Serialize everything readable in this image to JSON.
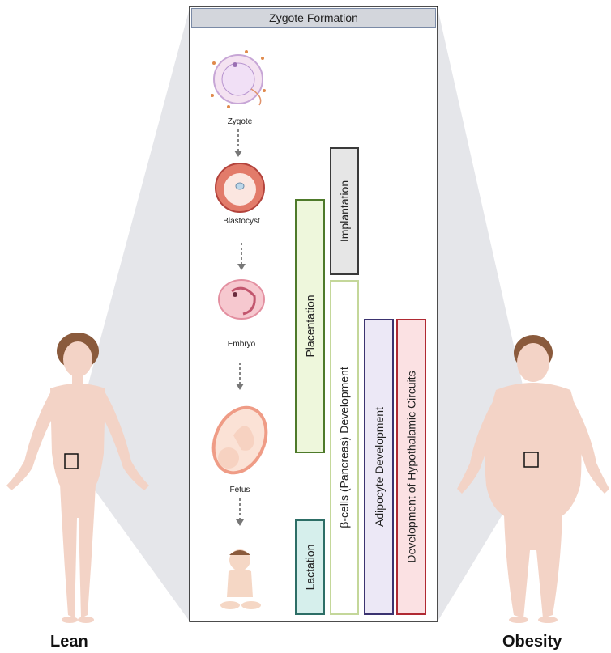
{
  "header": {
    "title": "Zygote Formation"
  },
  "people": {
    "left_label": "Lean",
    "right_label": "Obesity"
  },
  "stages": [
    "Zygote",
    "Blastocyst",
    "Embryo",
    "Fetus"
  ],
  "bars": [
    {
      "label": "Implantation",
      "fill": "#e6e6e6",
      "border": "#3a3a3a"
    },
    {
      "label": "Placentation",
      "fill": "#eef7dc",
      "border": "#4e7a2a"
    },
    {
      "label": "Lactation",
      "fill": "#d6efec",
      "border": "#2d6e66"
    },
    {
      "label": "β-cells (Pancreas) Development",
      "fill": "#ffffff",
      "border": "#c4d79a"
    },
    {
      "label": "Adipocyte Development",
      "fill": "#ece8f6",
      "border": "#3b3370"
    },
    {
      "label": "Development of Hypothalamic Circuits",
      "fill": "#fbe1e3",
      "border": "#b02a33"
    }
  ],
  "colors": {
    "skin": "#f3d3c6",
    "hair": "#8a5a3c",
    "cone": "#d9dbe0",
    "accent_salmon": "#ef9c86"
  }
}
